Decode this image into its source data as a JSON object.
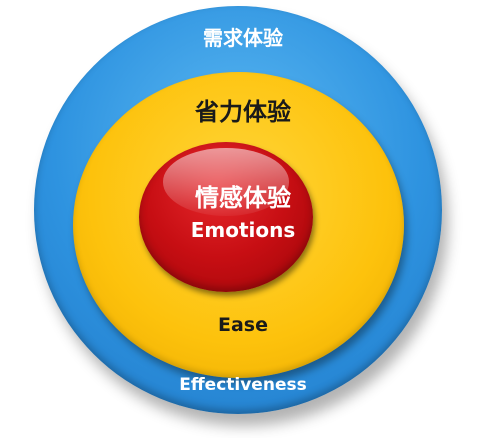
{
  "diagram": {
    "outer": {
      "title": "需求体验",
      "caption": "Effectiveness",
      "color": "#2e93e0"
    },
    "middle": {
      "title": "省力体验",
      "caption": "Ease",
      "color": "#fdc20c"
    },
    "inner": {
      "title": "情感体验",
      "caption": "Emotions",
      "color": "#c70e13"
    }
  }
}
